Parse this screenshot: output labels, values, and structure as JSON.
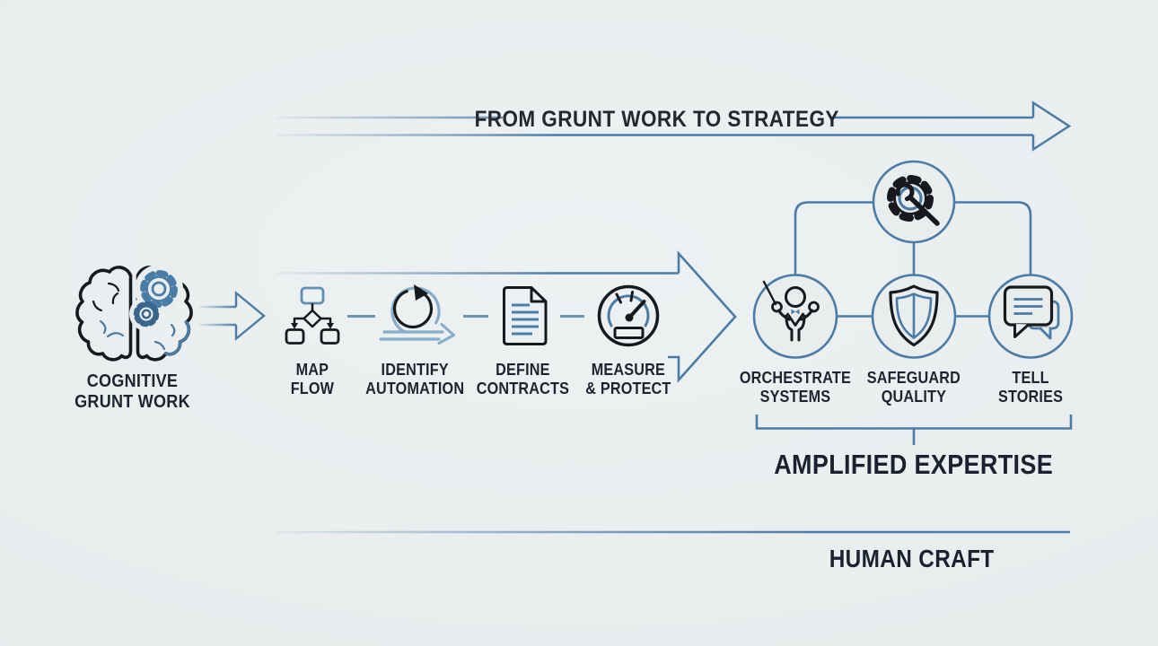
{
  "palette": {
    "background": "#e9edee",
    "accent_blue": "#4a7ca8",
    "accent_blue_light": "#86adc9",
    "ink_dark": "#17191d",
    "text_dark": "#1c2430"
  },
  "header": {
    "title": "FROM GRUNT WORK TO STRATEGY"
  },
  "source": {
    "icon": "brain-gears-icon",
    "label_lines": [
      "COGNITIVE",
      "GRUNT WORK"
    ]
  },
  "steps": [
    {
      "icon": "flowchart-icon",
      "label_lines": [
        "MAP",
        "FLOW"
      ]
    },
    {
      "icon": "iteration-icon",
      "label_lines": [
        "IDENTIFY",
        "AUTOMATION"
      ]
    },
    {
      "icon": "document-icon",
      "label_lines": [
        "DEFINE",
        "CONTRACTS"
      ]
    },
    {
      "icon": "gauge-icon",
      "label_lines": [
        "MEASURE",
        "& PROTECT"
      ]
    }
  ],
  "outcomes": {
    "hub_icon": "gear-wrench-icon",
    "nodes": [
      {
        "icon": "conductor-icon",
        "label_lines": [
          "ORCHESTRATE",
          "SYSTEMS"
        ]
      },
      {
        "icon": "shield-icon",
        "label_lines": [
          "SAFEGUARD",
          "QUALITY"
        ]
      },
      {
        "icon": "speech-bubbles-icon",
        "label_lines": [
          "TELL",
          "STORIES"
        ]
      }
    ],
    "bracket_label": "AMPLIFIED EXPERTISE"
  },
  "footer": {
    "label": "HUMAN CRAFT"
  }
}
